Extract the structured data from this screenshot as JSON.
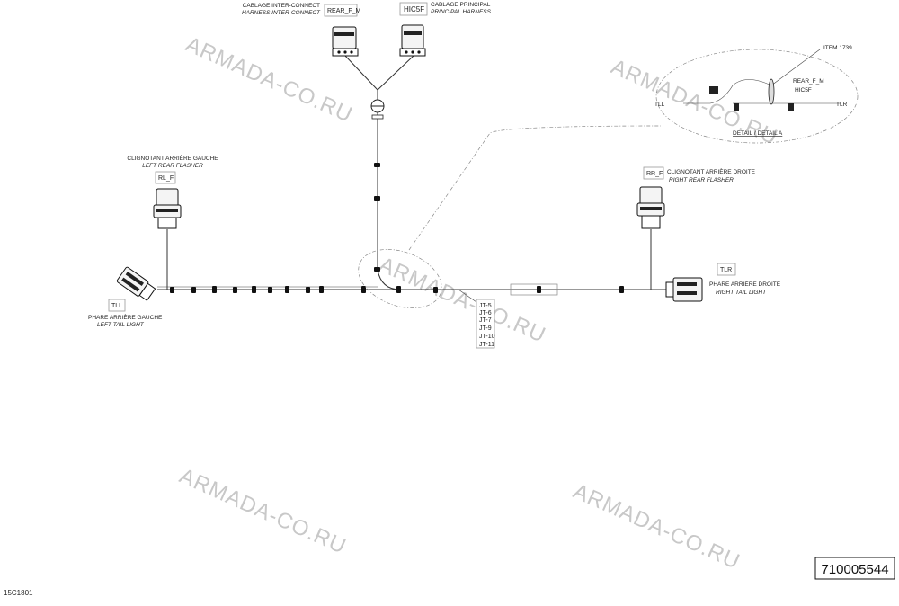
{
  "watermark": "ARMADA-CO.RU",
  "part_number": "710005544",
  "figure_code": "15C1801",
  "connectors": {
    "rear_f_m": {
      "tag": "REAR_F_M",
      "label_fr": "CABLAGE INTER-CONNECT",
      "label_en": "HARNESS INTER-CONNECT"
    },
    "hic5f": {
      "tag": "HIC5F",
      "label_fr": "CABLAGE PRINCIPAL",
      "label_en": "PRINCIPAL HARNESS"
    },
    "rl_f": {
      "tag": "RL_F",
      "label_fr": "CLIGNOTANT ARRIÈRE GAUCHE",
      "label_en": "LEFT REAR FLASHER"
    },
    "rr_f": {
      "tag": "RR_F",
      "label_fr": "CLIGNOTANT ARRIÈRE DROITE",
      "label_en": "RIGHT REAR FLASHER"
    },
    "tll": {
      "tag": "TLL",
      "label_fr": "PHARE ARRIÈRE GAUCHE",
      "label_en": "LEFT TAIL LIGHT"
    },
    "tlr": {
      "tag": "TLR",
      "label_fr": "PHARE ARRIÈRE DROITE",
      "label_en": "RIGHT TAIL LIGHT"
    }
  },
  "junctions": [
    "JT-5",
    "JT-6",
    "JT-7",
    "JT-9",
    "JT-10",
    "JT-11"
  ],
  "detail": {
    "title": "DETAIL / DETAIL A",
    "item": "ITEM 1739",
    "labels": {
      "rear": "REAR_F_M",
      "hic": "HIC5F",
      "tlr": "TLR",
      "tll": "TLL"
    }
  }
}
